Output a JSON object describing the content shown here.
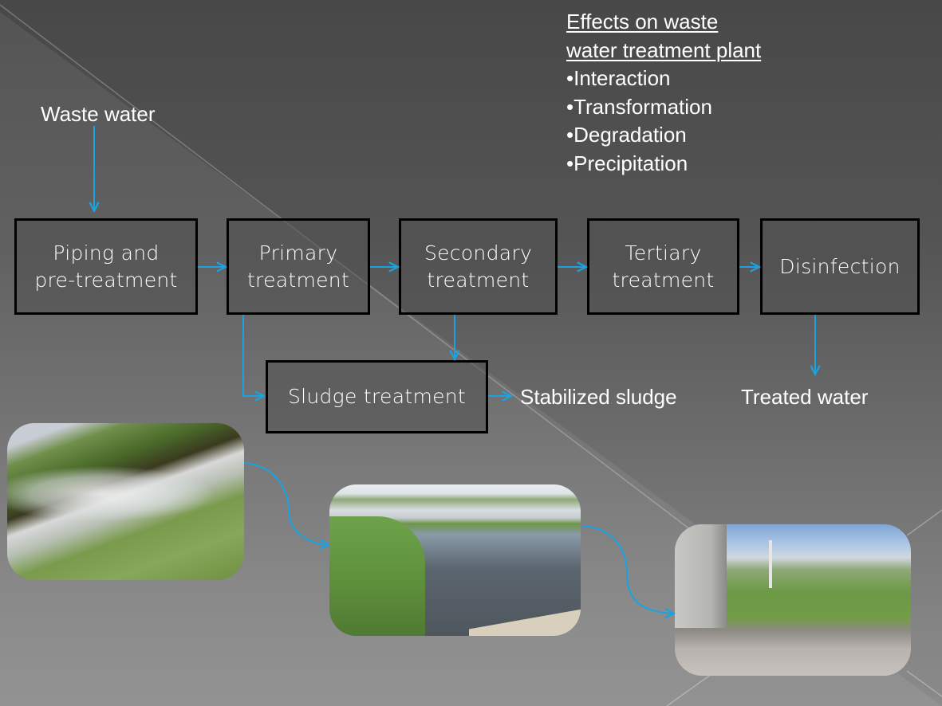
{
  "slide": {
    "input_label": "Waste water",
    "effects": {
      "heading_line1": "Effects on waste",
      "heading_line2": "water treatment plant",
      "bullets": [
        "•Interaction",
        "•Transformation",
        "•Degradation",
        "•Precipitation"
      ]
    },
    "process_steps": [
      {
        "line1": "Piping and",
        "line2": "pre-treatment"
      },
      {
        "line1": "Primary",
        "line2": "treatment"
      },
      {
        "line1": "Secondary",
        "line2": "treatment"
      },
      {
        "line1": "Tertiary",
        "line2": "treatment"
      },
      {
        "line1": "Disinfection",
        "line2": ""
      }
    ],
    "sludge_step": "Sludge treatment",
    "sludge_output": "Stabilized sludge",
    "water_output": "Treated water",
    "photos": [
      {
        "description": "Wastewater inflow channel with grass banks"
      },
      {
        "description": "Treatment pond with reeds"
      },
      {
        "description": "Vegetated area beside concrete wall"
      }
    ],
    "colors": {
      "arrow": "#1aa3e0",
      "box_border": "#000000",
      "text": "#ffffff"
    }
  }
}
